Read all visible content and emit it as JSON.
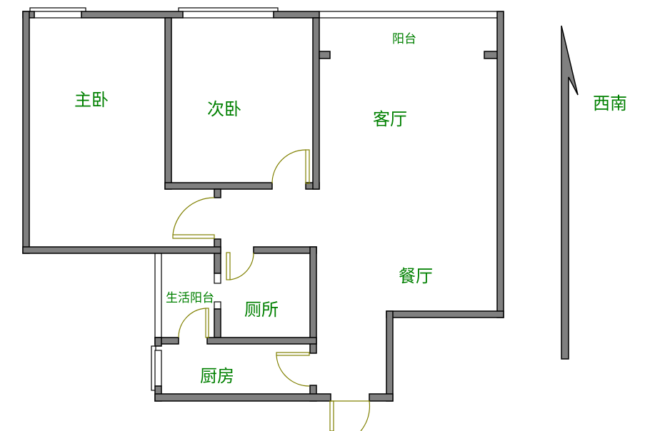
{
  "rooms": {
    "master_bedroom": "主卧",
    "second_bedroom": "次卧",
    "balcony": "阳台",
    "living_room": "客厅",
    "dining_room": "餐厅",
    "utility_balcony": "生活阳台",
    "toilet": "厕所",
    "kitchen": "厨房"
  },
  "orientation": "西南",
  "colors": {
    "wall": "#808080",
    "label": "#008000",
    "door": "#808000"
  }
}
